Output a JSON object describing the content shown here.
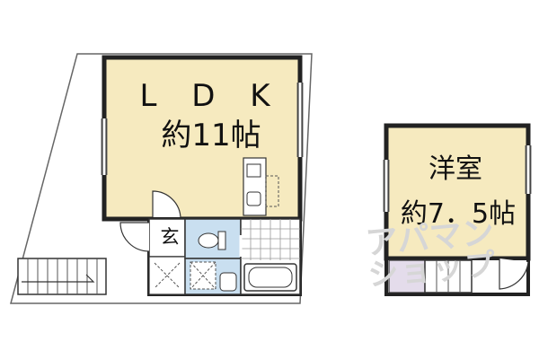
{
  "floor_plan": {
    "rooms": {
      "ldk": {
        "name": "L D K",
        "size": "約11帖",
        "fill_color": "#f6eabf"
      },
      "western": {
        "name": "洋室",
        "size": "約7．5帖",
        "fill_color": "#f6eabf"
      },
      "entrance": {
        "label": "玄"
      },
      "toilet": {
        "fill_color": "#c9dff0"
      },
      "closet": {
        "fill_color": "#e4dceb"
      }
    },
    "watermark": {
      "line1": "アパマン",
      "line2": "ショップ"
    },
    "colors": {
      "wall": "#222222",
      "outline": "#555555"
    }
  }
}
